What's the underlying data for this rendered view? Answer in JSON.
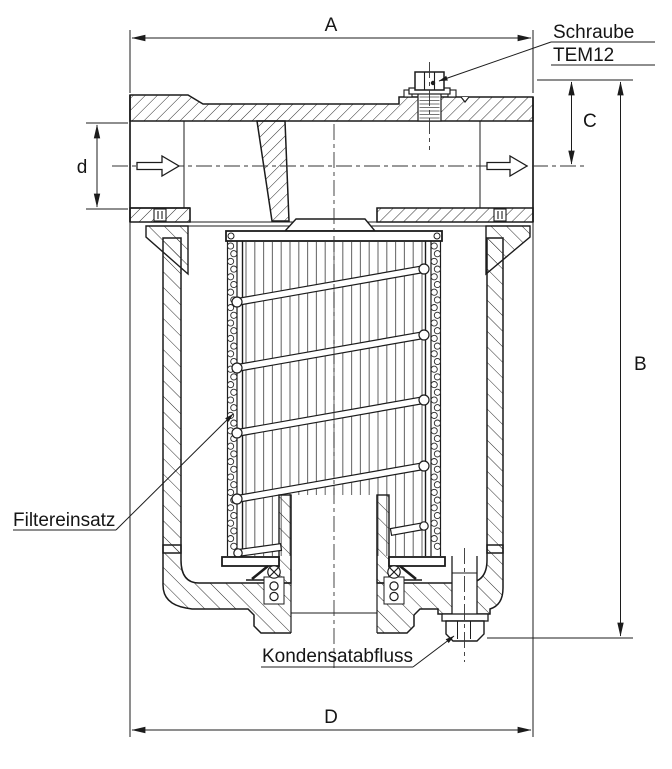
{
  "drawing": {
    "dim_a": "A",
    "dim_b": "B",
    "dim_c": "C",
    "dim_d_small": "d",
    "dim_d_big": "D",
    "callout_screw_1": "Schraube",
    "callout_screw_2": "TEM12",
    "callout_filter": "Filtereinsatz",
    "callout_condensate": "Kondensatabfluss",
    "colors": {
      "line": "#1c1c1c",
      "hatch": "#2e2e2e",
      "pleat": "#6f6f6f",
      "centerline": "#333333",
      "background": "#ffffff"
    }
  }
}
